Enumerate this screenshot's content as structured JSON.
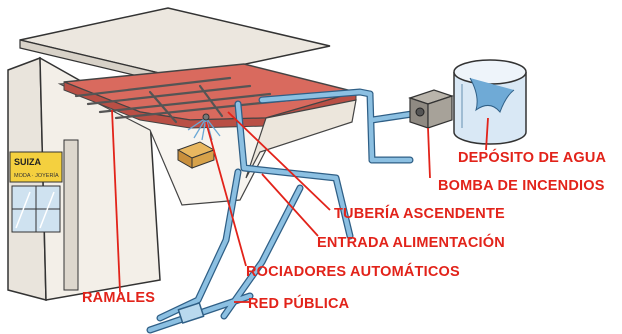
{
  "labels": {
    "deposito": "DEPÓSITO DE AGUA",
    "bomba": "BOMBA DE INCENDIOS",
    "tuberia": "TUBERÍA ASCENDENTE",
    "entrada": "ENTRADA ALIMENTACIÓN",
    "rociadores": "ROCIADORES AUTOMÁTICOS",
    "ramales": "RAMALES",
    "red": "RED PÚBLICA"
  },
  "shop_sign": {
    "line1": "SUIZA",
    "line2": "MODA · JOYERÍA"
  },
  "colors": {
    "label": "#e2231a",
    "leader": "#e2231a",
    "pipe": "#7fb4d9",
    "pipe_dark": "#2f5f86",
    "roof": "#d96a5e",
    "wall": "#f1ede6",
    "tank": "#d9e8f5",
    "sign": "#f4d03f",
    "box": "#d7a24a"
  }
}
